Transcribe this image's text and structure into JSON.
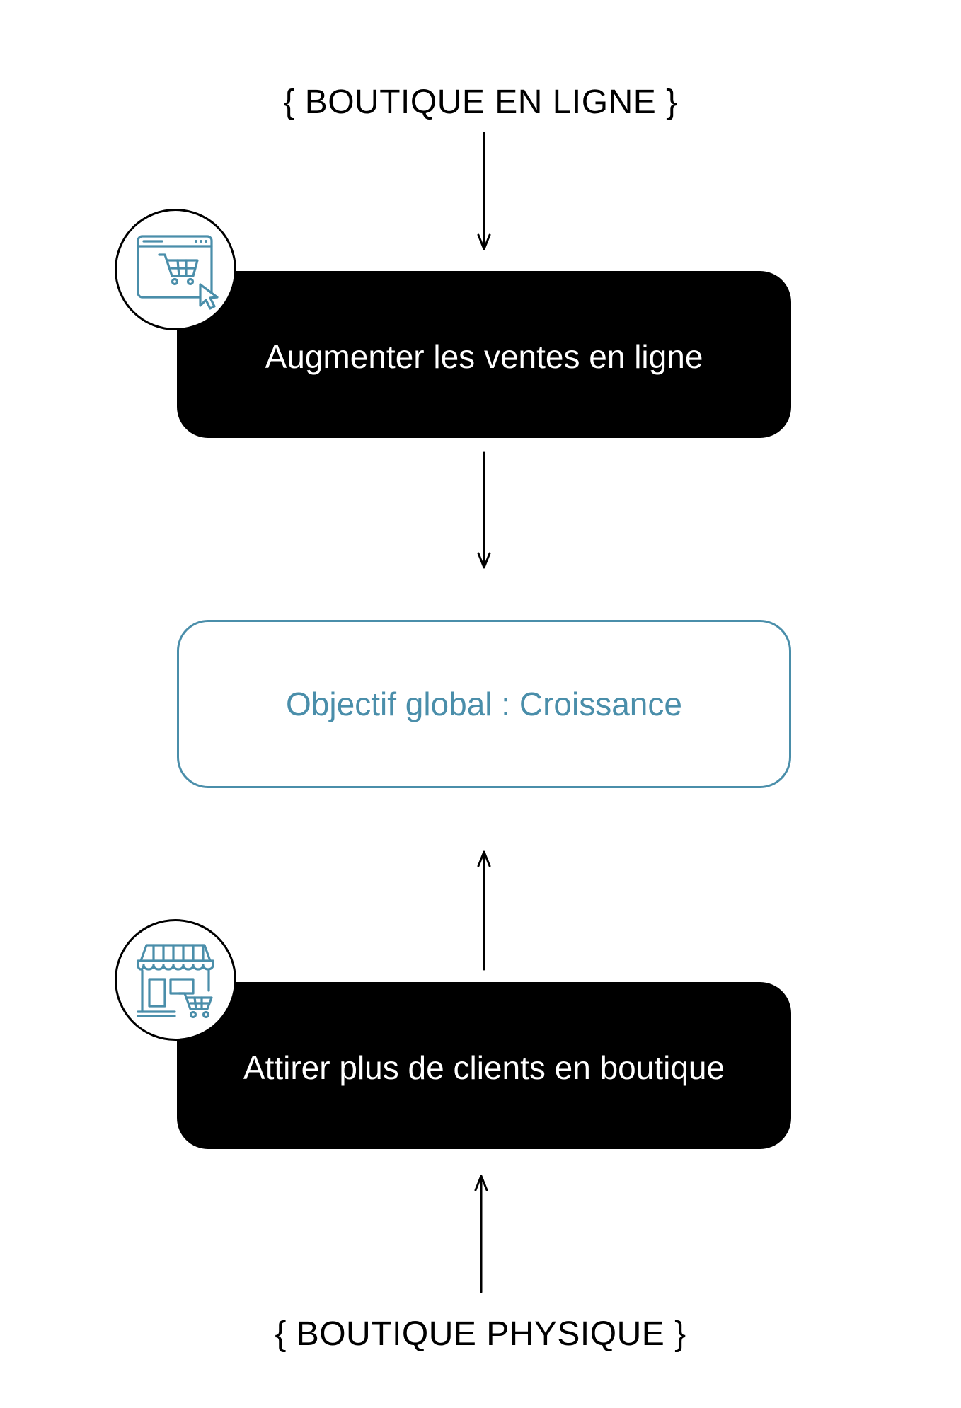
{
  "diagram": {
    "top_label": "{ BOUTIQUE EN LIGNE }",
    "bottom_label": "{ BOUTIQUE PHYSIQUE }",
    "online_box": {
      "label": "Augmenter les ventes en ligne",
      "icon": "online-shop-cart-icon"
    },
    "goal_box": {
      "label": "Objectif global : Croissance"
    },
    "store_box": {
      "label": "Attirer plus de clients en boutique",
      "icon": "storefront-cart-icon"
    },
    "colors": {
      "accent": "#4a8eaa",
      "dark": "#000000",
      "background": "#ffffff"
    }
  }
}
